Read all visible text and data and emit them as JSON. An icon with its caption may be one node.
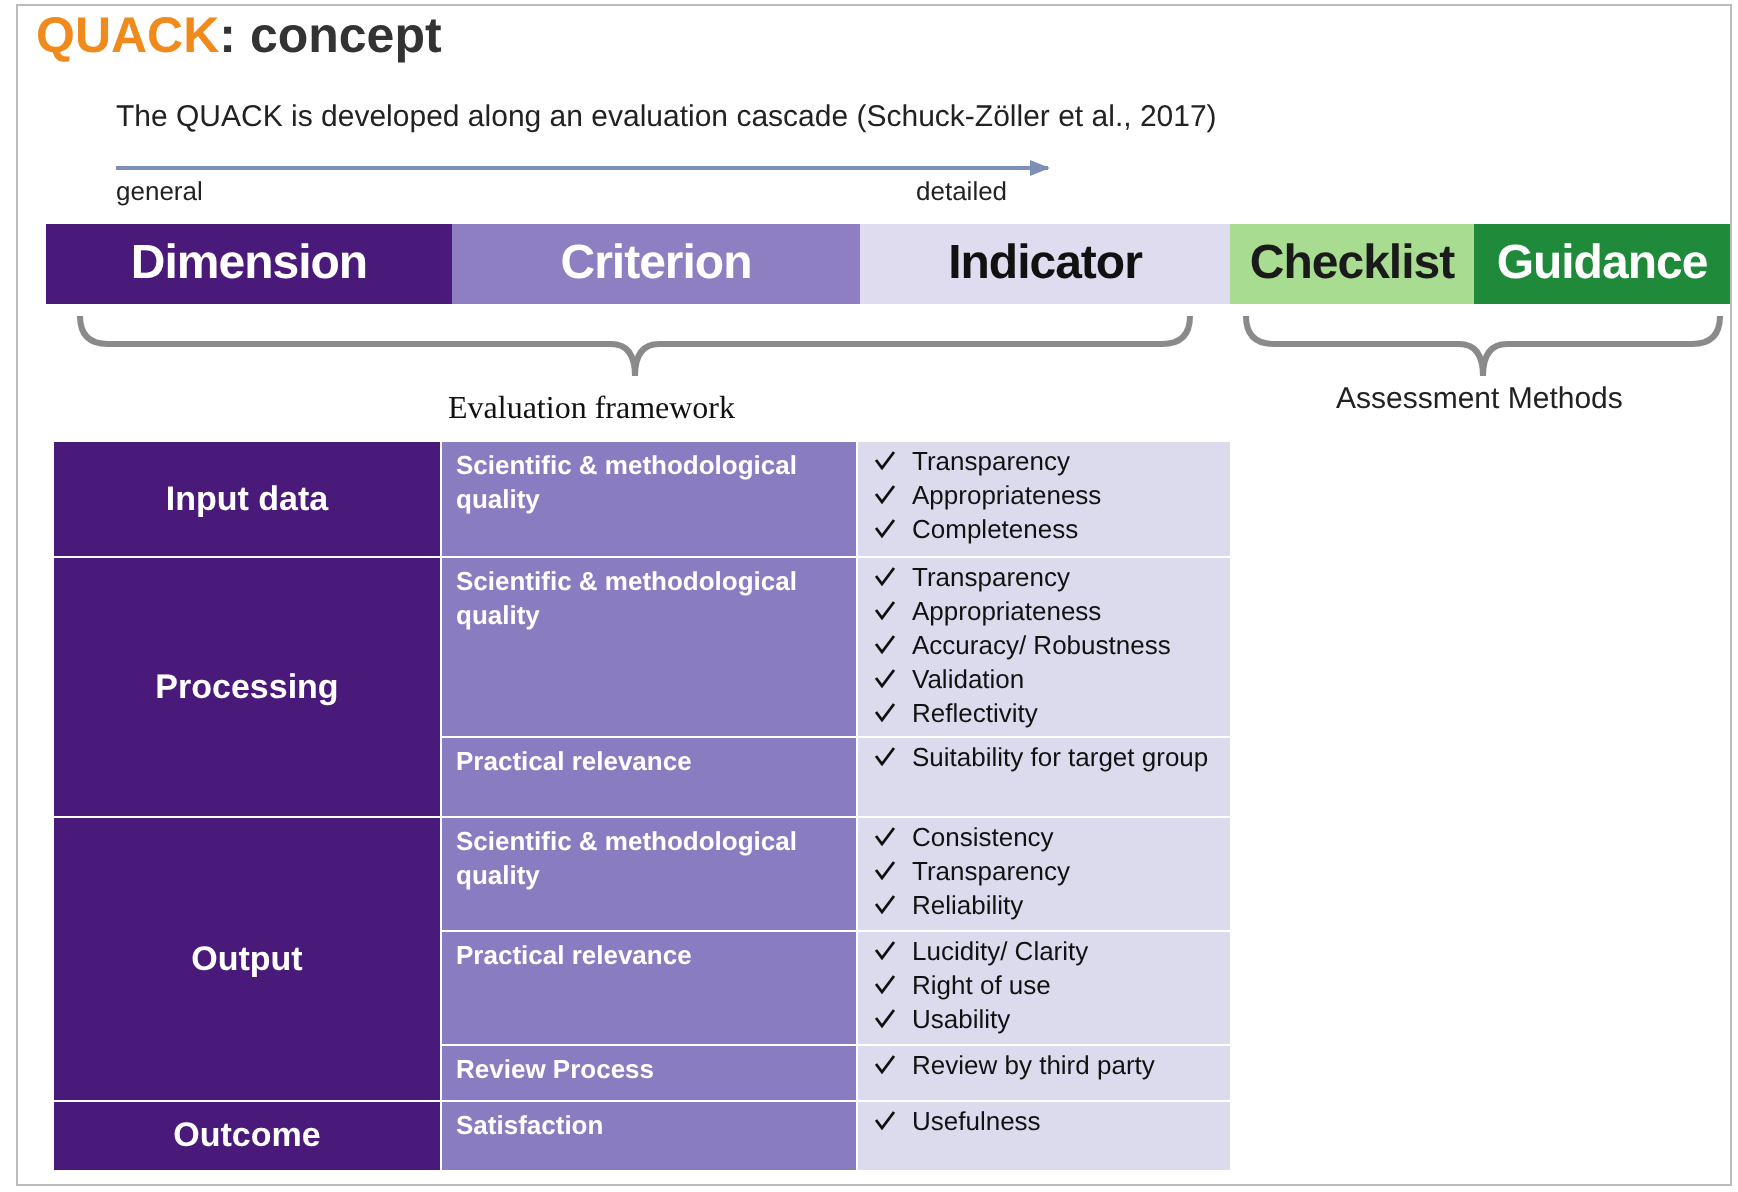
{
  "diagram": {
    "title": "QUACK: concept",
    "nodes": [
      {
        "text": [
          "Dimension"
        ]
      },
      {
        "text": [
          "Criterion"
        ]
      },
      {
        "text": [
          "Indicator"
        ]
      },
      {
        "text": [
          "Checklist"
        ]
      },
      {
        "text": [
          "Guidance"
        ]
      },
      {
        "text": [
          "Input data"
        ]
      },
      {
        "text": [
          "Scientific & methodological quality"
        ]
      },
      {
        "text": [
          "Transparency",
          "Appropriateness",
          "Completeness"
        ]
      },
      {
        "text": [
          "Processing"
        ]
      },
      {
        "text": [
          "Scientific & methodological quality"
        ]
      },
      {
        "text": [
          "Transparency",
          "Appropriateness",
          "Accuracy/ Robustness",
          "Validation",
          "Reflectivity"
        ]
      },
      {
        "text": [
          "Practical relevance"
        ]
      },
      {
        "text": [
          "Suitability for target group"
        ]
      },
      {
        "text": [
          "Output"
        ]
      },
      {
        "text": [
          "Scientific & methodological quality"
        ]
      },
      {
        "text": [
          "Consistency",
          "Transparency",
          "Reliability"
        ]
      },
      {
        "text": [
          "Practical relevance"
        ]
      },
      {
        "text": [
          "Lucidity/ Clarity",
          "Right of use",
          "Usability"
        ]
      },
      {
        "text": [
          "Review Process"
        ]
      },
      {
        "text": [
          "Review by third party"
        ]
      },
      {
        "text": [
          "Outcome"
        ]
      },
      {
        "text": [
          "Satisfaction"
        ]
      },
      {
        "text": [
          "Usefulness"
        ]
      }
    ],
    "labels": [
      "The QUACK is developed along an evaluation cascade (Schuck-Zöller et al., 2017)",
      "general",
      "detailed",
      "Evaluation framework",
      "Assessment Methods"
    ]
  }
}
